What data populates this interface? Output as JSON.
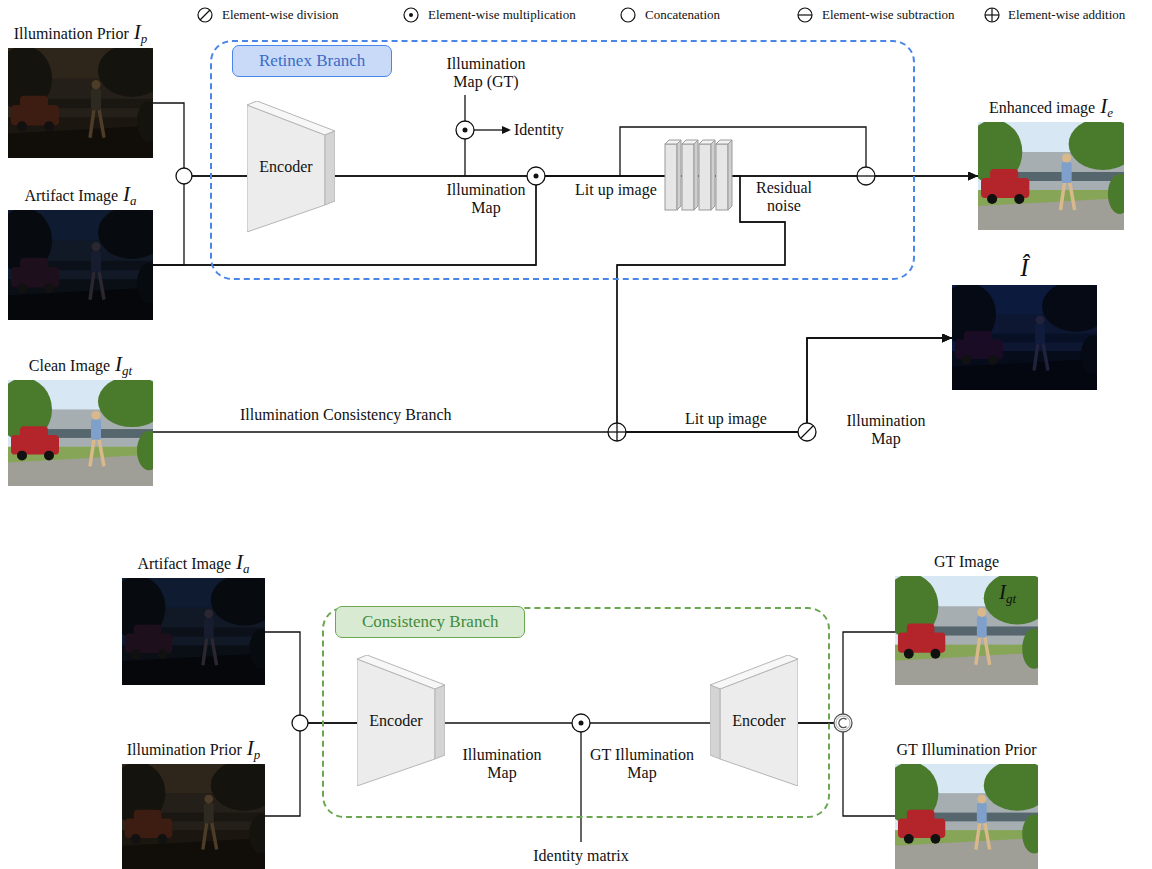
{
  "diagram": {
    "nodes": [
      {
        "text": [
          "Illumination Prior",
          "Ip"
        ]
      },
      {
        "text": [
          "Artifact Image",
          "Ia"
        ]
      },
      {
        "text": [
          "Retinex Branch"
        ]
      },
      {
        "text": [
          "Encoder"
        ],
        "in": 2
      },
      {
        "text": [
          "Enhanced image",
          "Ie"
        ]
      },
      {
        "text": [
          "Î"
        ]
      },
      {
        "text": [
          "Clean Image",
          "Igt"
        ]
      },
      {
        "text": [
          "Artifact Image",
          "Ia"
        ]
      },
      {
        "text": [
          "Illumination Prior",
          "Ip"
        ]
      },
      {
        "text": [
          "Consistency Branch"
        ]
      },
      {
        "text": [
          "Encoder"
        ],
        "in": 9
      },
      {
        "text": [
          "Encoder"
        ],
        "in": 9
      },
      {
        "text": [
          "GT Image",
          "Igt"
        ]
      },
      {
        "text": [
          "GT Illumination Prior"
        ]
      }
    ],
    "edges": [
      {
        "from": 0,
        "to": 3,
        "arrow": "none"
      },
      {
        "from": 1,
        "to": 3,
        "arrow": "none"
      },
      {
        "from": 3,
        "to": 4,
        "arrow": "to"
      },
      {
        "from": 1,
        "to": 4,
        "arrow": "to"
      },
      {
        "from": 3,
        "to": 5,
        "arrow": "to"
      },
      {
        "from": 1,
        "to": 5,
        "arrow": "to"
      },
      {
        "from": 6,
        "to": 5,
        "arrow": "to"
      },
      {
        "from": 7,
        "to": 10,
        "arrow": "none"
      },
      {
        "from": 8,
        "to": 10,
        "arrow": "none"
      },
      {
        "from": 10,
        "to": 11,
        "arrow": "none"
      },
      {
        "from": 11,
        "to": 12,
        "arrow": "none"
      },
      {
        "from": 11,
        "to": 13,
        "arrow": "none"
      }
    ],
    "labels": [
      "Illumination Map (GT)",
      "Identity",
      "Illumination Map",
      "Lit up image",
      "Residual noise",
      "Illumination Consistency Branch",
      "Lit up image",
      "Illumination Map",
      "Illumination Map",
      "GT Illumination Map",
      "Identity matrix"
    ],
    "legend": [
      {
        "text": "Element-wise division"
      },
      {
        "text": "Element-wise multiplication"
      },
      {
        "text": "Concatenation"
      },
      {
        "text": "Element-wise subtraction"
      },
      {
        "text": "Element-wise addition"
      }
    ]
  }
}
